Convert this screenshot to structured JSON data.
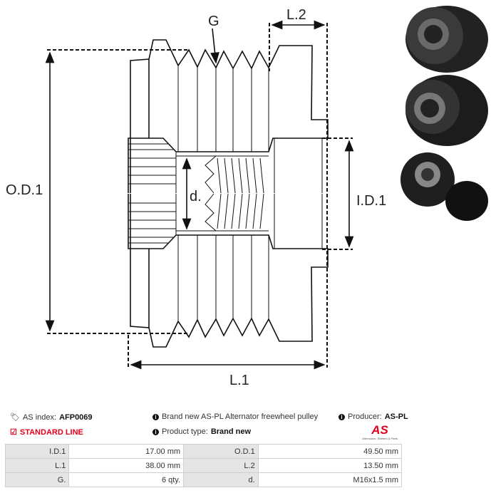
{
  "diagram": {
    "labels": {
      "g": "G",
      "l2": "L.2",
      "od1": "O.D.1",
      "id1": "I.D.1",
      "d": "d.",
      "l1": "L.1"
    }
  },
  "info": {
    "as_index_label": "AS index:",
    "as_index_value": "AFP0069",
    "line": "STANDARD LINE",
    "description": "Brand new AS-PL Alternator freewheel pulley",
    "product_type_label": "Product type:",
    "product_type_value": "Brand new",
    "producer_label": "Producer:",
    "producer_value": "AS-PL",
    "logo_text": "AS",
    "logo_sub": "Alternators, Starters & Parts",
    "accent_color": "#e3001b"
  },
  "specs": [
    [
      {
        "k": "I.D.1",
        "v": "17.00 mm"
      },
      {
        "k": "O.D.1",
        "v": "49.50 mm"
      }
    ],
    [
      {
        "k": "L.1",
        "v": "38.00 mm"
      },
      {
        "k": "L.2",
        "v": "13.50 mm"
      }
    ],
    [
      {
        "k": "G.",
        "v": "6 qty."
      },
      {
        "k": "d.",
        "v": "M16x1.5 mm"
      }
    ]
  ]
}
